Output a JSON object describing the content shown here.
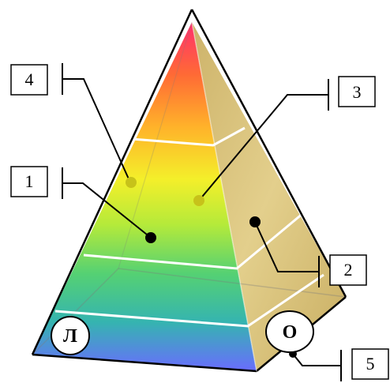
{
  "callouts": {
    "c1": "1",
    "c2": "2",
    "c3": "3",
    "c4": "4",
    "c5": "5"
  },
  "labels": {
    "left": "Л",
    "right": "О"
  },
  "colors": {
    "face_gradient": [
      "#ff3366",
      "#ff8a2a",
      "#ffd52a",
      "#d8f23a",
      "#6fdc6e",
      "#3bbf9f",
      "#4a8df0",
      "#6a6dff"
    ],
    "side_face": "#d7bf7a",
    "outline": "#000000",
    "band": "#ffffff"
  }
}
